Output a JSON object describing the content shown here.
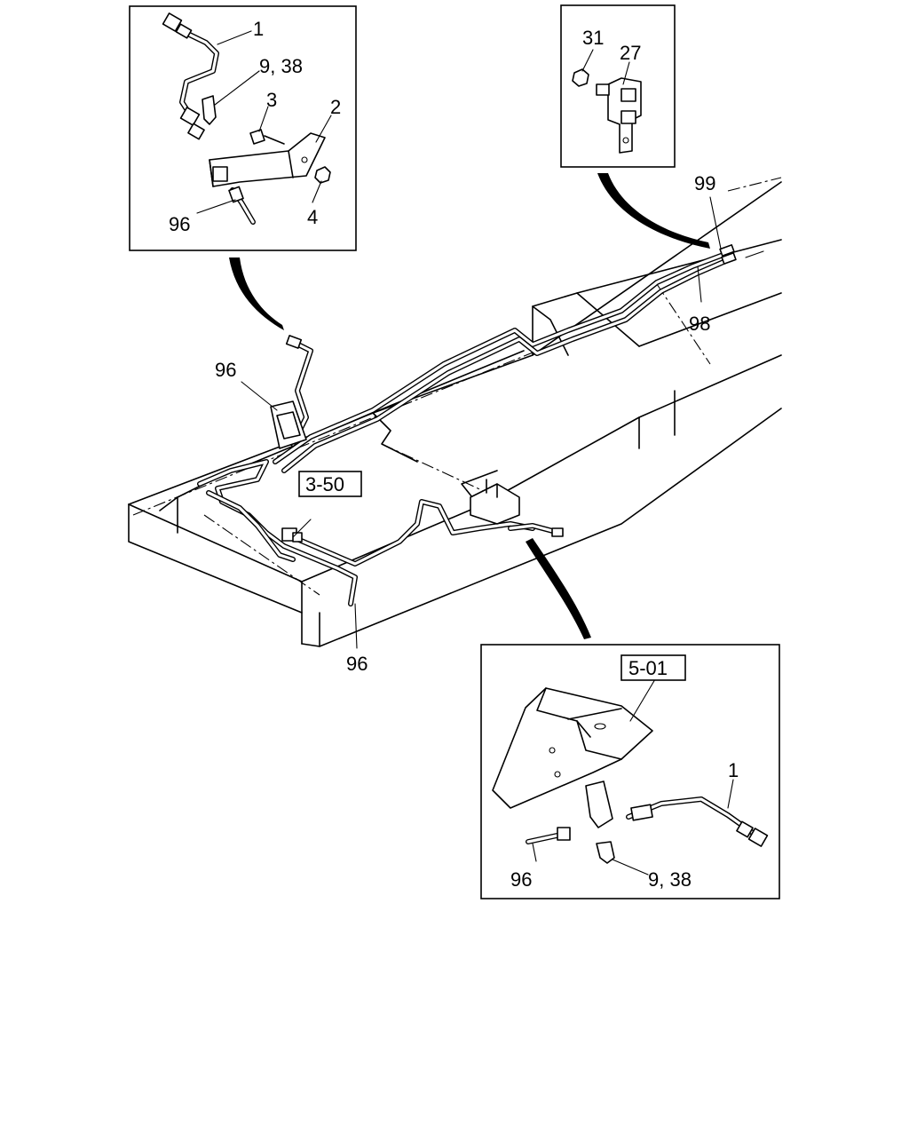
{
  "diagram": {
    "inset_top_left": {
      "callouts": {
        "part_1": "1",
        "part_9_38": "9, 38",
        "part_3": "3",
        "part_2": "2",
        "part_4": "4",
        "part_96": "96"
      }
    },
    "inset_top_right": {
      "callouts": {
        "part_31": "31",
        "part_27": "27"
      }
    },
    "frame_view": {
      "callouts": {
        "part_99": "99",
        "part_98": "98",
        "part_96_left": "96",
        "part_96_bottom": "96"
      },
      "reference_box": "3-50"
    },
    "inset_bottom_right": {
      "reference_box": "5-01",
      "callouts": {
        "part_1": "1",
        "part_96": "96",
        "part_9_38": "9, 38"
      }
    }
  }
}
